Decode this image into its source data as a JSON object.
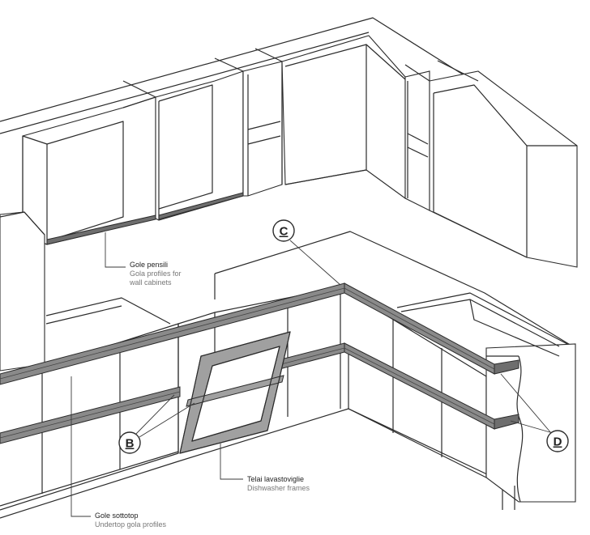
{
  "callouts": {
    "c": "C",
    "b": "B",
    "d": "D"
  },
  "labels": {
    "gole_pensili": {
      "it": "Gole pensili",
      "en_line1": "Gola profiles for",
      "en_line2": "wall cabinets"
    },
    "telai_lavastoviglie": {
      "it": "Telai lavastoviglie",
      "en": "Dishwasher frames"
    },
    "gole_sottotop": {
      "it": "Gole sottotop",
      "en": "Undertop gola profiles"
    }
  },
  "colors": {
    "line": "#2b2b2b",
    "profile": "#8a8a8a",
    "frame": "#a0a0a0",
    "label_english": "#777777"
  }
}
